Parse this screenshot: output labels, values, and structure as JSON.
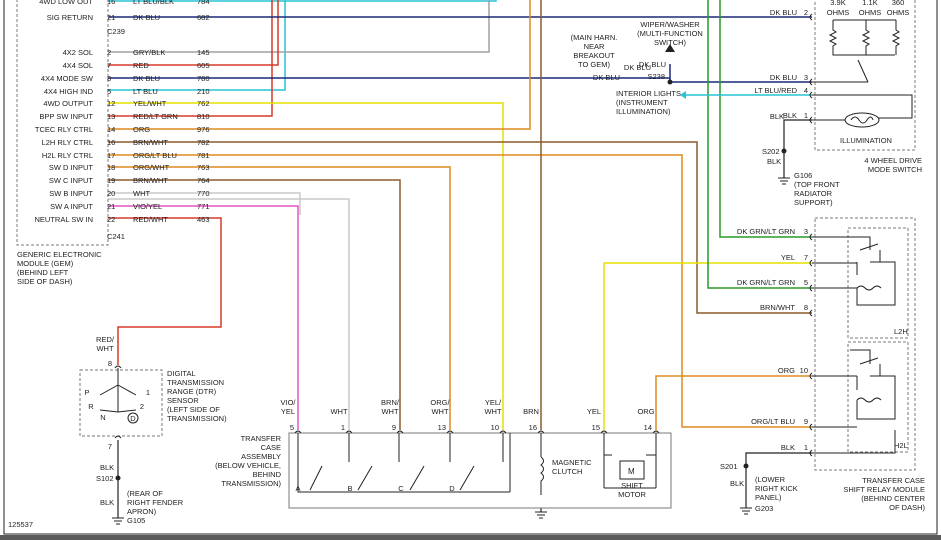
{
  "diagram_id": "125537",
  "gem": {
    "labels": [
      "4WD LOW OUT",
      "SIG RETURN",
      "4X2 SOL",
      "4X4 SOL",
      "4X4 MODE SW",
      "4X4 HIGH IND",
      "4WD OUTPUT",
      "BPP SW INPUT",
      "TCEC RLY CTRL",
      "L2H RLY CTRL",
      "H2L RLY CTRL",
      "SW D INPUT",
      "SW C INPUT",
      "SW B INPUT",
      "SW A INPUT",
      "NEUTRAL SW IN"
    ],
    "pins": [
      "16",
      "21",
      "2",
      "7",
      "8",
      "5",
      "12",
      "13",
      "14",
      "16",
      "17",
      "18",
      "19",
      "20",
      "21",
      "22"
    ],
    "wires": [
      {
        "color": "LT BLU/BLK",
        "circuit": "784"
      },
      {
        "color": "DK BLU",
        "circuit": "682"
      },
      {
        "color": "GRY/BLK",
        "circuit": "145"
      },
      {
        "color": "RED",
        "circuit": "605"
      },
      {
        "color": "DK BLU",
        "circuit": "780"
      },
      {
        "color": "LT BLU",
        "circuit": "210"
      },
      {
        "color": "YEL/WHT",
        "circuit": "762"
      },
      {
        "color": "RED/LT GRN",
        "circuit": "810"
      },
      {
        "color": "ORG",
        "circuit": "976"
      },
      {
        "color": "BRN/WHT",
        "circuit": "782"
      },
      {
        "color": "ORG/LT BLU",
        "circuit": "781"
      },
      {
        "color": "ORG/WHT",
        "circuit": "763"
      },
      {
        "color": "BRN/WHT",
        "circuit": "764"
      },
      {
        "color": "WHT",
        "circuit": "770"
      },
      {
        "color": "VIO/YEL",
        "circuit": "771"
      },
      {
        "color": "RED/WHT",
        "circuit": "463"
      }
    ],
    "connector_top": "C239",
    "connector_bottom": "C241",
    "caption": [
      "GENERIC ELECTRONIC",
      "MODULE (GEM)",
      "(BEHIND LEFT",
      "SIDE OF DASH)"
    ]
  },
  "wiper": {
    "caption": [
      "WIPER/WASHER",
      "(MULTI-FUNCTION",
      "SWITCH)"
    ],
    "wire": "DK BLU"
  },
  "main_harness": {
    "caption": [
      "(MAIN HARN.",
      "NEAR",
      "BREAKOUT",
      "TO GEM)"
    ],
    "splice": "S238",
    "wire_in": "DK BLU",
    "wire_out": "DK BLU"
  },
  "interior_lights": {
    "caption": [
      "INTERIOR LIGHTS",
      "(INSTRUMENT",
      "ILLUMINATION)"
    ]
  },
  "mode_switch": {
    "ohms": [
      "3.9K",
      "1.1K",
      "360"
    ],
    "ohms_unit": "OHMS",
    "pins": [
      {
        "num": "2",
        "wire": "DK BLU"
      },
      {
        "num": "3",
        "wire": "DK BLU"
      },
      {
        "num": "4",
        "wire": "LT BLU/RED"
      },
      {
        "num": "1",
        "wire": "BLK"
      }
    ],
    "illumination": "ILLUMINATION",
    "caption": [
      "4 WHEEL DRIVE",
      "MODE SWITCH"
    ]
  },
  "ground_g106": {
    "splice": "S202",
    "wire": "BLK",
    "label": "G106",
    "caption": [
      "(TOP FRONT",
      "RADIATOR",
      "SUPPORT)"
    ]
  },
  "relay_module": {
    "pins": [
      {
        "num": "3",
        "wire": "DK GRN/LT GRN"
      },
      {
        "num": "7",
        "wire": "YEL"
      },
      {
        "num": "5",
        "wire": "DK GRN/LT GRN"
      },
      {
        "num": "8",
        "wire": "BRN/WHT"
      },
      {
        "num": "10",
        "wire": "ORG"
      },
      {
        "num": "9",
        "wire": "ORG/LT BLU"
      },
      {
        "num": "1",
        "wire": "BLK"
      }
    ],
    "relay_top": "L2H",
    "relay_bottom": "H2L",
    "caption": [
      "TRANSFER CASE",
      "SHIFT RELAY MODULE",
      "(BEHIND CENTER",
      "OF DASH)"
    ]
  },
  "ground_g203": {
    "splice": "S201",
    "wire": "BLK",
    "label": "G203",
    "caption": [
      "(LOWER",
      "RIGHT KICK",
      "PANEL)"
    ]
  },
  "dtr": {
    "wire_top": [
      "RED/",
      "WHT"
    ],
    "pin_top": "8",
    "pin_bottom": "7",
    "positions": [
      "P",
      "R",
      "N",
      "D",
      "1",
      "2"
    ],
    "caption": [
      "DIGITAL",
      "TRANSMISSION",
      "RANGE (DTR)",
      "SENSOR",
      "(LEFT SIDE OF",
      "TRANSMISSION)"
    ]
  },
  "ground_g105": {
    "splice": "S102",
    "wire": "BLK",
    "label": "G105",
    "caption": [
      "(REAR OF",
      "RIGHT FENDER",
      "APRON)"
    ]
  },
  "transfer_case": {
    "caption": [
      "TRANSFER",
      "CASE",
      "ASSEMBLY",
      "(BELOW VEHICLE,",
      "BEHIND",
      "TRANSMISSION)"
    ],
    "pins": [
      {
        "num": "5",
        "wire": [
          "VIO/",
          "YEL"
        ]
      },
      {
        "num": "1",
        "wire": [
          "WHT"
        ]
      },
      {
        "num": "9",
        "wire": [
          "BRN/",
          "WHT"
        ]
      },
      {
        "num": "13",
        "wire": [
          "ORG/",
          "WHT"
        ]
      },
      {
        "num": "10",
        "wire": [
          "YEL/",
          "WHT"
        ]
      },
      {
        "num": "16",
        "wire": [
          "BRN"
        ]
      },
      {
        "num": "15",
        "wire": [
          "YEL"
        ]
      },
      {
        "num": "14",
        "wire": [
          "ORG"
        ]
      }
    ],
    "switches": [
      "A",
      "B",
      "C",
      "D"
    ],
    "clutch": [
      "MAGNETIC",
      "CLUTCH"
    ],
    "motor_symbol": "M",
    "motor": [
      "SHIFT",
      "MOTOR"
    ]
  },
  "colors": {
    "cyan": "#29c4d4",
    "red": "#d63a2a",
    "yellow": "#e6e000",
    "orange": "#de8a1e",
    "brown": "#8b5a2b",
    "navy": "#1a2a7a",
    "green": "#2a9a2a",
    "pink": "#e055c0",
    "gray": "#9a9a9a",
    "lightgray": "#c8c8c8",
    "box": "#7a7a7a"
  }
}
